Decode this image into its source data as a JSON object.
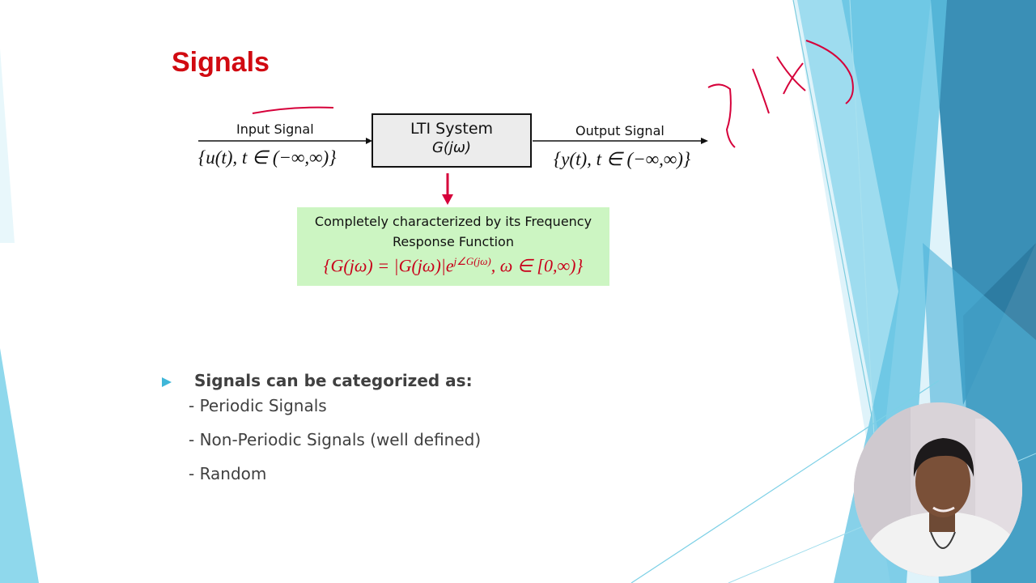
{
  "slide": {
    "title": "Signals"
  },
  "diagram": {
    "input_label": "Input Signal",
    "input_math": "{u(t),  t ∈ (−∞,∞)}",
    "system_title": "LTI System",
    "system_transfer": "G(jω)",
    "output_label": "Output Signal",
    "output_math": "{y(t),  t ∈ (−∞,∞)}",
    "characterization_line1": "Completely characterized by its Frequency",
    "characterization_line2": "Response Function",
    "frf_math": "{G(jω) = |G(jω)| e^{j∠G(jω)},  ω ∈ [0,∞)}",
    "frf_parts": {
      "lhs": "{G(jω) = |G(jω)|e",
      "exponent": "j∠G(jω)",
      "rhs": ",  ω ∈ [0,∞)}"
    }
  },
  "bullets": {
    "heading": "Signals can be categorized as:",
    "items": [
      "- Periodic Signals",
      "- Non-Periodic Signals (well defined)",
      "- Random"
    ]
  },
  "colors": {
    "title_red": "#d10a11",
    "arrow_red": "#d6003a",
    "green_box": "#ccf5c2",
    "bullet_cyan": "#3fb6d8",
    "text_gray": "#404040"
  },
  "icons": {
    "bullet": "triangle-right-icon"
  }
}
